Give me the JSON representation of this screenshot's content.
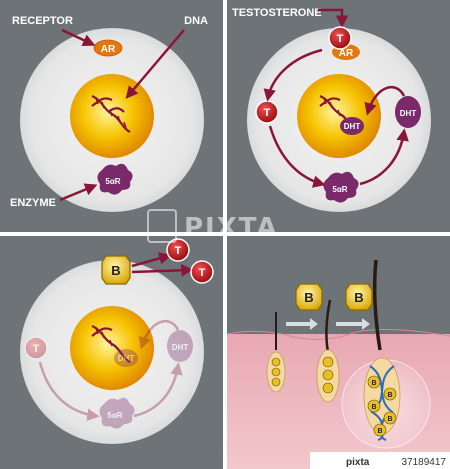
{
  "panel1": {
    "receptor_label": "RECEPTOR",
    "dna_label": "DNA",
    "enzyme_label": "ENZYME",
    "ar_tag": "AR",
    "enzyme_tag": "5αR"
  },
  "panel2": {
    "testosterone_label": "TESTOSTERONE",
    "t_tag": "T",
    "ar_tag": "AR",
    "dht_tag": "DHT",
    "dht_inner_tag": "DHT",
    "enzyme_tag": "5αR"
  },
  "panel3": {
    "blocker_tag": "B",
    "t_tag": "T",
    "dht_tag": "DHT",
    "dht_inner_tag": "DHT",
    "enzyme_tag": "5αR"
  },
  "panel4": {
    "blocker_tag": "B",
    "follicle_tag": "B"
  },
  "footer": {
    "watermark": "PIXTA",
    "image_number": "37189417"
  },
  "colors": {
    "panel_bg": "#6e7378",
    "cell": "#eaeaea",
    "nucleus": "#f0b400",
    "arrow": "#8a1538",
    "ar": "#e07a10",
    "enzyme": "#7a2a6a",
    "t_circle": "#c0121a",
    "blocker": "#e8c020",
    "skin": "#e8b0b8"
  }
}
